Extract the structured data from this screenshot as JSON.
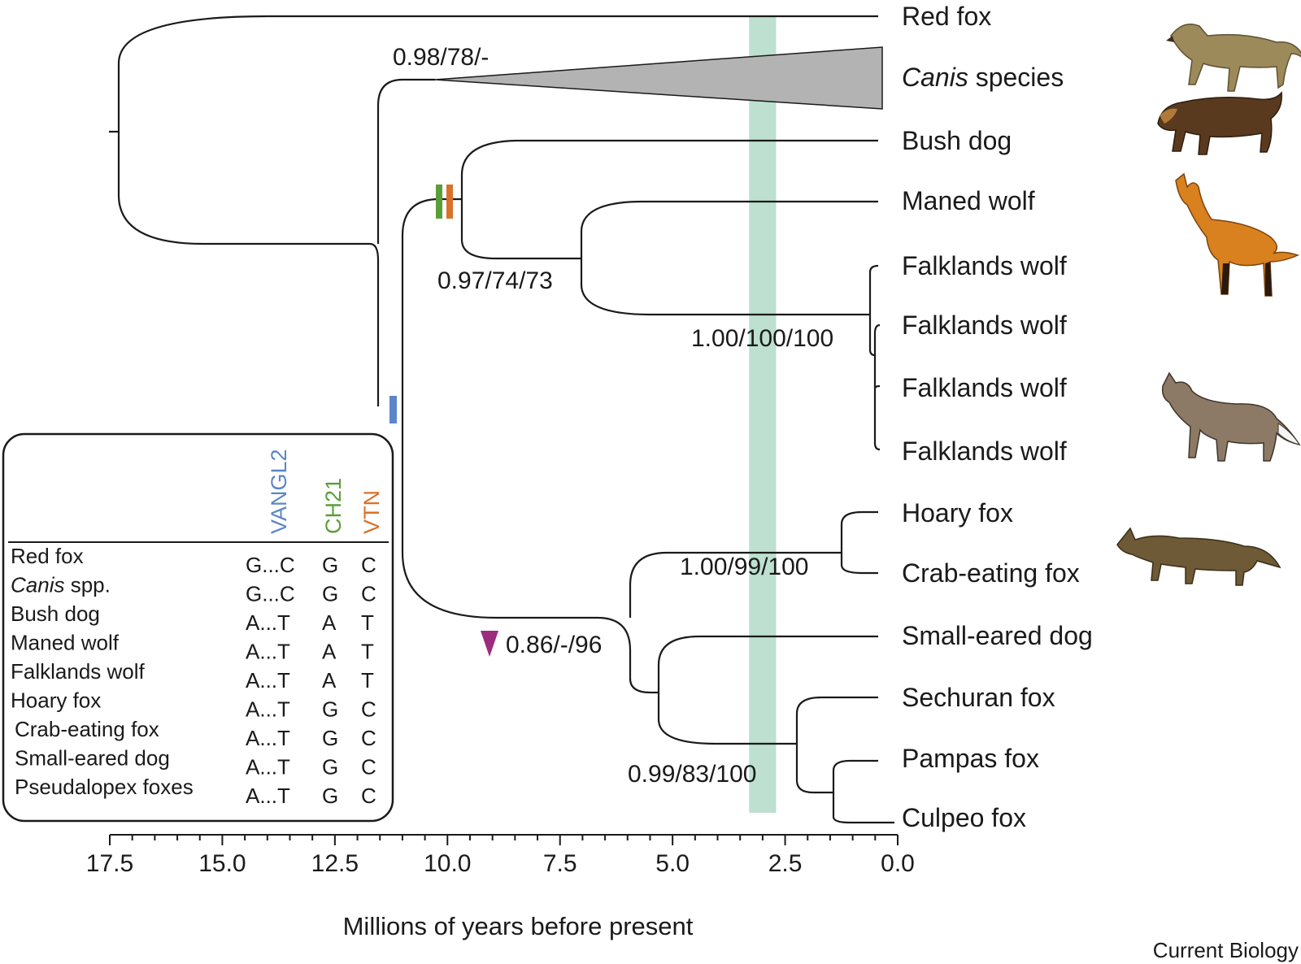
{
  "taxa": {
    "red_fox": "Red fox",
    "canis_genus": "Canis",
    "canis_rest": " species",
    "bush_dog": "Bush dog",
    "maned_wolf": "Maned wolf",
    "falklands_1": "Falklands wolf",
    "falklands_2": "Falklands wolf",
    "falklands_3": "Falklands wolf",
    "falklands_4": "Falklands wolf",
    "hoary_fox": "Hoary fox",
    "crab_eating_fox": "Crab-eating fox",
    "small_eared_dog": "Small-eared dog",
    "sechuran_fox": "Sechuran fox",
    "pampas_fox": "Pampas fox",
    "culpeo_fox": "Culpeo fox"
  },
  "support": {
    "canis_node": "0.98/78/-",
    "bush_maned_node": "0.97/74/73",
    "falklands_node": "1.00/100/100",
    "hoary_crab_node": "1.00/99/100",
    "south_american_node": "0.86/-/96",
    "pseudalopex_node": "0.99/83/100"
  },
  "axis": {
    "ticks": [
      "17.5",
      "15.0",
      "12.5",
      "10.0",
      "7.5",
      "5.0",
      "2.5",
      "0.0"
    ],
    "title": "Millions of years before present"
  },
  "highlight_band_mya": [
    2.7,
    3.3
  ],
  "colors": {
    "band": "#bde0d0",
    "vangl2": "#5b86c8",
    "ch21": "#5a9e3a",
    "vtn": "#d9712a",
    "triangle_marker": "#9c2c7e",
    "canis_wedge": "#b3b3b3"
  },
  "table": {
    "genes": [
      "VANGL2",
      "CH21",
      "VTN"
    ],
    "rows": [
      {
        "name": "Red fox",
        "name_italic": "",
        "name_rest": "",
        "vangl2": "G...C",
        "ch21": "G",
        "vtn": "C"
      },
      {
        "name": "",
        "name_italic": "Canis",
        "name_rest": " spp.",
        "vangl2": "G...C",
        "ch21": "G",
        "vtn": "C"
      },
      {
        "name": "Bush dog",
        "name_italic": "",
        "name_rest": "",
        "vangl2": "A...T",
        "ch21": "A",
        "vtn": "T"
      },
      {
        "name": "Maned wolf",
        "name_italic": "",
        "name_rest": "",
        "vangl2": "A...T",
        "ch21": "A",
        "vtn": "T"
      },
      {
        "name": "Falklands wolf",
        "name_italic": "",
        "name_rest": "",
        "vangl2": "A...T",
        "ch21": "A",
        "vtn": "T"
      },
      {
        "name": "Hoary fox",
        "name_italic": "",
        "name_rest": "",
        "vangl2": "A...T",
        "ch21": "G",
        "vtn": "C"
      },
      {
        "name": "Crab-eating fox",
        "name_italic": "",
        "name_rest": "",
        "vangl2": "A...T",
        "ch21": "G",
        "vtn": "C"
      },
      {
        "name": "Small-eared dog",
        "name_italic": "",
        "name_rest": "",
        "vangl2": "A...T",
        "ch21": "G",
        "vtn": "C"
      },
      {
        "name": "Pseudalopex foxes",
        "name_italic": "",
        "name_rest": "",
        "vangl2": "A...T",
        "ch21": "G",
        "vtn": "C"
      }
    ]
  },
  "credit": "Current Biology"
}
